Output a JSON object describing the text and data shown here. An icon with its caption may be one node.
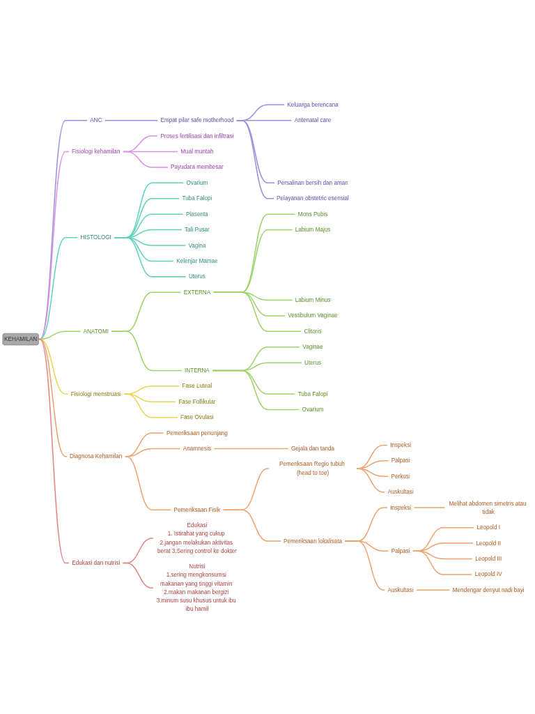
{
  "diagram": {
    "nodes": [
      {
        "text": [
          "KEHAMILAN"
        ]
      },
      {
        "text": [
          "ANC"
        ]
      },
      {
        "text": [
          "Empat pilar safe motherhood"
        ]
      },
      {
        "text": [
          "Keluarga berencana"
        ]
      },
      {
        "text": [
          "Antenatal care"
        ]
      },
      {
        "text": [
          "Persalinan bersih dan aman"
        ]
      },
      {
        "text": [
          "Pelayanan obstetric esensial"
        ]
      },
      {
        "text": [
          "Fisiologi kehamilan"
        ]
      },
      {
        "text": [
          "Proses fertilisasi dan infiltrasi"
        ]
      },
      {
        "text": [
          "Mual muntah"
        ]
      },
      {
        "text": [
          "Payudara membesar"
        ]
      },
      {
        "text": [
          "HISTOLOGI"
        ]
      },
      {
        "text": [
          "Ovarium"
        ]
      },
      {
        "text": [
          "Tuba Falopi"
        ]
      },
      {
        "text": [
          "Plasenta"
        ]
      },
      {
        "text": [
          "Tali Pusar"
        ]
      },
      {
        "text": [
          "Vagina"
        ]
      },
      {
        "text": [
          "Kelenjar Mamae"
        ]
      },
      {
        "text": [
          "Uterus"
        ]
      },
      {
        "text": [
          "ANATOMI"
        ]
      },
      {
        "text": [
          "EXTERNA"
        ]
      },
      {
        "text": [
          "Mons Pubis"
        ]
      },
      {
        "text": [
          "Labium Majus"
        ]
      },
      {
        "text": [
          "Labium Minus"
        ]
      },
      {
        "text": [
          "Vestibulum Vaginae"
        ]
      },
      {
        "text": [
          "Clitoris"
        ]
      },
      {
        "text": [
          "INTERNA"
        ]
      },
      {
        "text": [
          "Vaginae"
        ]
      },
      {
        "text": [
          "Uterus"
        ]
      },
      {
        "text": [
          "Tuba Falopi"
        ]
      },
      {
        "text": [
          "Ovarium"
        ]
      },
      {
        "text": [
          "Fisiologi menstruasi"
        ]
      },
      {
        "text": [
          "Fase Luteal"
        ]
      },
      {
        "text": [
          "Fase Follikular"
        ]
      },
      {
        "text": [
          "Fase Ovulasi"
        ]
      },
      {
        "text": [
          "Diagnosa Kehamilan"
        ]
      },
      {
        "text": [
          "Pemeriksaan penunjang"
        ]
      },
      {
        "text": [
          "Anamnesis"
        ]
      },
      {
        "text": [
          "Gejala dan tanda"
        ]
      },
      {
        "text": [
          "Pemeriksaan Fisik"
        ]
      },
      {
        "text": [
          "Pemeriksaan Regio tubuh (head to toe)"
        ]
      },
      {
        "text": [
          "Inspeksi"
        ]
      },
      {
        "text": [
          "Palpasi"
        ]
      },
      {
        "text": [
          "Perkusi"
        ]
      },
      {
        "text": [
          "Auskultasi"
        ]
      },
      {
        "text": [
          "Pemeriksaan lokalisata"
        ]
      },
      {
        "text": [
          "Inspeksi"
        ]
      },
      {
        "text": [
          "Melihat abdomen simetris atau tidak"
        ]
      },
      {
        "text": [
          "Palpasi"
        ]
      },
      {
        "text": [
          "Leopold I"
        ]
      },
      {
        "text": [
          "Leopold II"
        ]
      },
      {
        "text": [
          "Leopold III"
        ]
      },
      {
        "text": [
          "Leopold IV"
        ]
      },
      {
        "text": [
          "Auskultasi"
        ]
      },
      {
        "text": [
          "Mendengar denyut nadi bayi"
        ]
      },
      {
        "text": [
          "Edukasi dan nutrisi"
        ]
      },
      {
        "text": [
          "Edukasi",
          "1. Istirahat yang cukup 2.jangan melakukan aktivitas berat 3.Sering control ke dokter"
        ]
      },
      {
        "text": [
          "Nutrisi",
          "1.sering mengkonsumsi makanan yang tinggi vitamin 2.makan makanan bergizi 3.minum susu khusus untuk ibu ibu hamil"
        ]
      }
    ],
    "edges": [
      {
        "from": 0,
        "to": 1,
        "arrow": "none",
        "color": "#9b8fe0"
      },
      {
        "from": 1,
        "to": 2,
        "arrow": "none",
        "color": "#9b8fe0"
      },
      {
        "from": 2,
        "to": 3,
        "arrow": "none",
        "color": "#9b8fe0"
      },
      {
        "from": 2,
        "to": 4,
        "arrow": "none",
        "color": "#9b8fe0"
      },
      {
        "from": 2,
        "to": 5,
        "arrow": "none",
        "color": "#9b8fe0"
      },
      {
        "from": 2,
        "to": 6,
        "arrow": "none",
        "color": "#9b8fe0"
      },
      {
        "from": 0,
        "to": 7,
        "arrow": "none",
        "color": "#dd8fe6"
      },
      {
        "from": 7,
        "to": 8,
        "arrow": "none",
        "color": "#dd8fe6"
      },
      {
        "from": 7,
        "to": 9,
        "arrow": "none",
        "color": "#dd8fe6"
      },
      {
        "from": 7,
        "to": 10,
        "arrow": "none",
        "color": "#dd8fe6"
      },
      {
        "from": 0,
        "to": 11,
        "arrow": "none",
        "color": "#5fd3bc"
      },
      {
        "from": 11,
        "to": 12,
        "arrow": "none",
        "color": "#5fd3bc"
      },
      {
        "from": 11,
        "to": 13,
        "arrow": "none",
        "color": "#5fd3bc"
      },
      {
        "from": 11,
        "to": 14,
        "arrow": "none",
        "color": "#5fd3bc"
      },
      {
        "from": 11,
        "to": 15,
        "arrow": "none",
        "color": "#5fd3bc"
      },
      {
        "from": 11,
        "to": 16,
        "arrow": "none",
        "color": "#5fd3bc"
      },
      {
        "from": 11,
        "to": 17,
        "arrow": "none",
        "color": "#5fd3bc"
      },
      {
        "from": 11,
        "to": 18,
        "arrow": "none",
        "color": "#5fd3bc"
      },
      {
        "from": 0,
        "to": 19,
        "arrow": "none",
        "color": "#9cd46a"
      },
      {
        "from": 19,
        "to": 20,
        "arrow": "none",
        "color": "#9cd46a"
      },
      {
        "from": 20,
        "to": 21,
        "arrow": "none",
        "color": "#9cd46a"
      },
      {
        "from": 20,
        "to": 22,
        "arrow": "none",
        "color": "#9cd46a"
      },
      {
        "from": 20,
        "to": 23,
        "arrow": "none",
        "color": "#9cd46a"
      },
      {
        "from": 20,
        "to": 24,
        "arrow": "none",
        "color": "#9cd46a"
      },
      {
        "from": 20,
        "to": 25,
        "arrow": "none",
        "color": "#9cd46a"
      },
      {
        "from": 19,
        "to": 26,
        "arrow": "none",
        "color": "#9cd46a"
      },
      {
        "from": 26,
        "to": 27,
        "arrow": "none",
        "color": "#9cd46a"
      },
      {
        "from": 26,
        "to": 28,
        "arrow": "none",
        "color": "#9cd46a"
      },
      {
        "from": 26,
        "to": 29,
        "arrow": "none",
        "color": "#9cd46a"
      },
      {
        "from": 26,
        "to": 30,
        "arrow": "none",
        "color": "#9cd46a"
      },
      {
        "from": 0,
        "to": 31,
        "arrow": "none",
        "color": "#e8d655"
      },
      {
        "from": 31,
        "to": 32,
        "arrow": "none",
        "color": "#e8d655"
      },
      {
        "from": 31,
        "to": 33,
        "arrow": "none",
        "color": "#e8d655"
      },
      {
        "from": 31,
        "to": 34,
        "arrow": "none",
        "color": "#e8d655"
      },
      {
        "from": 0,
        "to": 35,
        "arrow": "none"
      },
      {
        "from": 35,
        "to": 36,
        "arrow": "none"
      },
      {
        "from": 35,
        "to": 37,
        "arrow": "none"
      },
      {
        "from": 37,
        "to": 38,
        "arrow": "none"
      },
      {
        "from": 35,
        "to": 39,
        "arrow": "none"
      },
      {
        "from": 39,
        "to": 40,
        "arrow": "none"
      },
      {
        "from": 40,
        "to": 41,
        "arrow": "none"
      },
      {
        "from": 40,
        "to": 42,
        "arrow": "none"
      },
      {
        "from": 40,
        "to": 43,
        "arrow": "none"
      },
      {
        "from": 40,
        "to": 44,
        "arrow": "none"
      },
      {
        "from": 39,
        "to": 45,
        "arrow": "none"
      },
      {
        "from": 45,
        "to": 46,
        "arrow": "none"
      },
      {
        "from": 46,
        "to": 47,
        "arrow": "none"
      },
      {
        "from": 45,
        "to": 48,
        "arrow": "none"
      },
      {
        "from": 48,
        "to": 49,
        "arrow": "none"
      },
      {
        "from": 48,
        "to": 50,
        "arrow": "none"
      },
      {
        "from": 48,
        "to": 51,
        "arrow": "none"
      },
      {
        "from": 48,
        "to": 52,
        "arrow": "none"
      },
      {
        "from": 45,
        "to": 53,
        "arrow": "none"
      },
      {
        "from": 53,
        "to": 54,
        "arrow": "none"
      },
      {
        "from": 0,
        "to": 55,
        "arrow": "none",
        "color": "#e48585"
      },
      {
        "from": 55,
        "to": 56,
        "arrow": "none",
        "color": "#e48585"
      },
      {
        "from": 55,
        "to": 57,
        "arrow": "none",
        "color": "#e48585"
      }
    ]
  }
}
